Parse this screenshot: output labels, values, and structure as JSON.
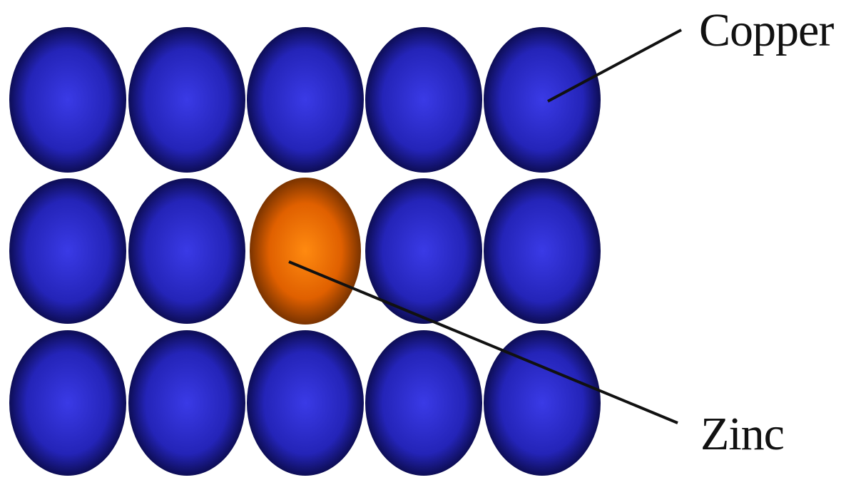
{
  "diagram": {
    "labels": {
      "copper": "Copper",
      "zinc": "Zinc"
    },
    "lattice": {
      "rows": 3,
      "columns": 5,
      "substituted_atom": {
        "row": 2,
        "column": 3,
        "element": "zinc"
      }
    },
    "colors": {
      "copper_atom": "#2b2bd0",
      "copper_atom_edge": "#0d0d55",
      "zinc_atom": "#ff7a00",
      "zinc_atom_edge": "#7a3300",
      "leader_line": "#111111",
      "background": "#ffffff"
    }
  }
}
